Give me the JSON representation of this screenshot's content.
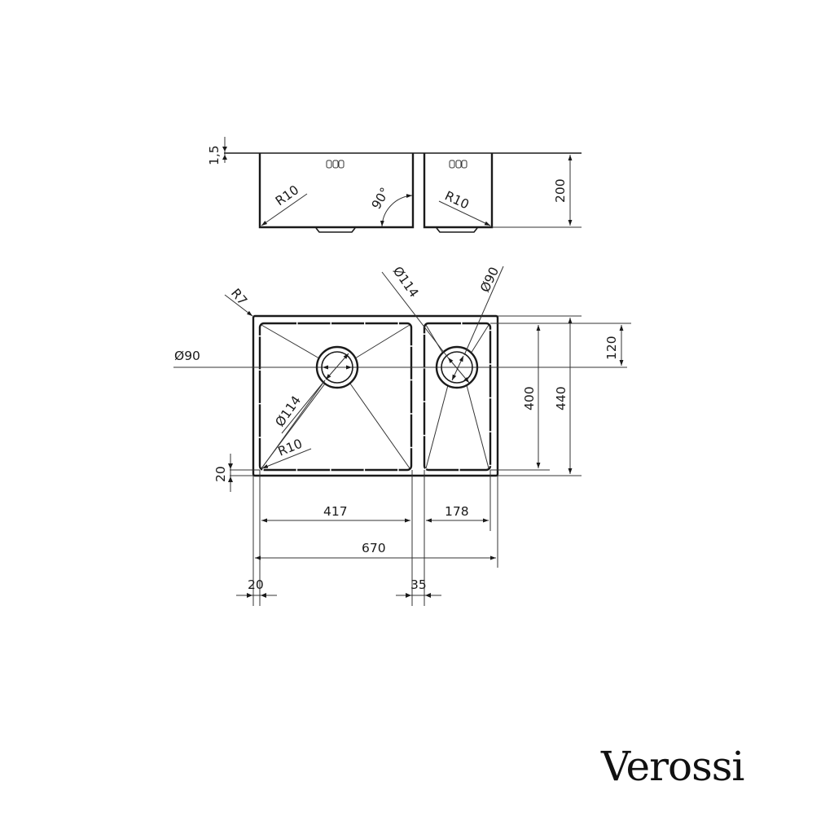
{
  "brand": {
    "name": "Verossi",
    "color": "#111111"
  },
  "drawing": {
    "title": "Double bowl undermount sink technical drawing",
    "line_color": "#1a1a1a",
    "side_view": {
      "labels": {
        "thickness": "1,5",
        "left_radius": "R10",
        "angle": "90°",
        "right_radius": "R10",
        "depth": "200"
      }
    },
    "plan_view": {
      "labels": {
        "outer_corner_radius": "R7",
        "left_waste_diameter_large": "Ø114",
        "right_waste_diameter_large": "Ø114",
        "right_waste_diameter_small": "Ø90",
        "left_waste_diameter_small": "Ø90",
        "left_inner_radius": "R10",
        "bottom_flange": "20",
        "left_bowl_width": "417",
        "right_bowl_width": "178",
        "overall_width": "670",
        "left_flange": "20",
        "divider_width": "35",
        "bowl_length": "400",
        "overall_length": "440",
        "waste_offset": "120"
      }
    }
  }
}
